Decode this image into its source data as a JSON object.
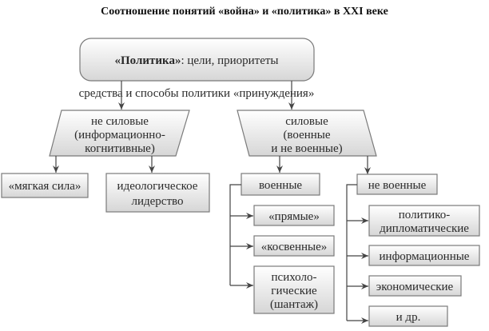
{
  "title": "Соотношение понятий «война» и «политика» в XXI веке",
  "root": {
    "bold": "«Политика»",
    "rest": ": цели, приоритеты"
  },
  "edge_label": "средства и способы политики «принуждения»",
  "non_force": {
    "lines": [
      "не силовые",
      "(информационно-",
      "когнитивные)"
    ],
    "children": {
      "soft": "«мягкая сила»",
      "ideo": [
        "идеологическое",
        "лидерство"
      ]
    }
  },
  "force": {
    "lines": [
      "силовые",
      "(военные",
      "и не военные)"
    ],
    "military": {
      "label": "военные",
      "items": [
        "«прямые»",
        "«косвенные»"
      ],
      "psych": [
        "психоло-",
        "гические",
        "(шантаж)"
      ]
    },
    "nonmilitary": {
      "label": "не военные",
      "polit": [
        "политико-",
        "дипломатические"
      ],
      "items": [
        "информационные",
        "экономические",
        "и др."
      ]
    }
  }
}
